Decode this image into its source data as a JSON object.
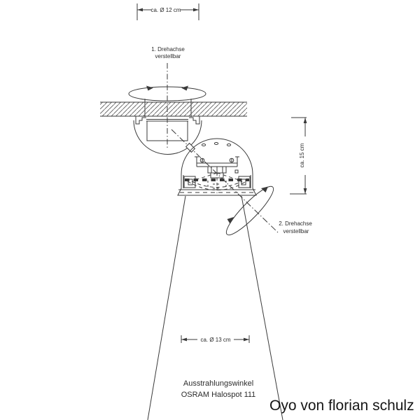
{
  "title": "Oyo von florian schulz",
  "diagram": {
    "dimensions": {
      "top_diameter": "ca. Ø 12 cm",
      "height": "ca. 15 cm",
      "beam_diameter": "ca. Ø 13 cm"
    },
    "labels": {
      "axis1_line1": "1. Drehachse",
      "axis1_line2": "verstellbar",
      "axis2_line1": "2. Drehachse",
      "axis2_line2": "verstellbar",
      "beam_caption_line1": "Ausstrahlungswinkel",
      "beam_caption_line2": "OSRAM Halospot 111"
    },
    "brand_text": "Oyo von florian schulz"
  },
  "colors": {
    "background": "#ffffff",
    "line": "#3a3a3a",
    "text": "#2b2b2b",
    "brand_text": "#161616"
  }
}
